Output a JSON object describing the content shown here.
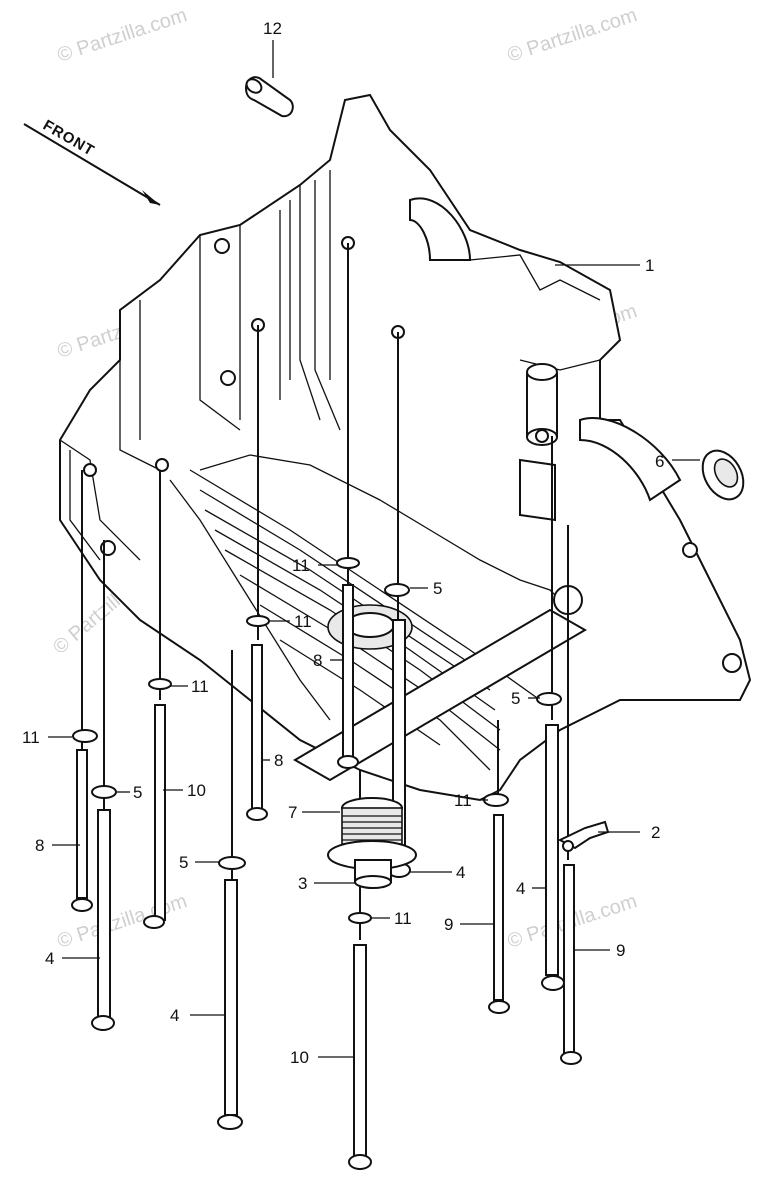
{
  "diagram": {
    "front_label": "FRONT",
    "watermark": "© Partzilla.com",
    "callouts": [
      {
        "id": "c12a",
        "text": "12"
      },
      {
        "id": "c1",
        "text": "1"
      },
      {
        "id": "c6",
        "text": "6"
      },
      {
        "id": "c11a",
        "text": "11"
      },
      {
        "id": "c5a",
        "text": "5"
      },
      {
        "id": "c11b",
        "text": "11"
      },
      {
        "id": "c8a",
        "text": "8"
      },
      {
        "id": "c11c",
        "text": "11"
      },
      {
        "id": "c5b",
        "text": "5"
      },
      {
        "id": "c11d",
        "text": "11"
      },
      {
        "id": "c8b",
        "text": "8"
      },
      {
        "id": "c5c",
        "text": "5"
      },
      {
        "id": "c10a",
        "text": "10"
      },
      {
        "id": "c11e",
        "text": "11"
      },
      {
        "id": "c7",
        "text": "7"
      },
      {
        "id": "c2",
        "text": "2"
      },
      {
        "id": "c8c",
        "text": "8"
      },
      {
        "id": "c5d",
        "text": "5"
      },
      {
        "id": "c4a",
        "text": "4"
      },
      {
        "id": "c3",
        "text": "3"
      },
      {
        "id": "c11f",
        "text": "11"
      },
      {
        "id": "c9a",
        "text": "9"
      },
      {
        "id": "c4b",
        "text": "4"
      },
      {
        "id": "c9b",
        "text": "9"
      },
      {
        "id": "c4c",
        "text": "4"
      },
      {
        "id": "c4d",
        "text": "4"
      },
      {
        "id": "c10b",
        "text": "10"
      }
    ]
  }
}
